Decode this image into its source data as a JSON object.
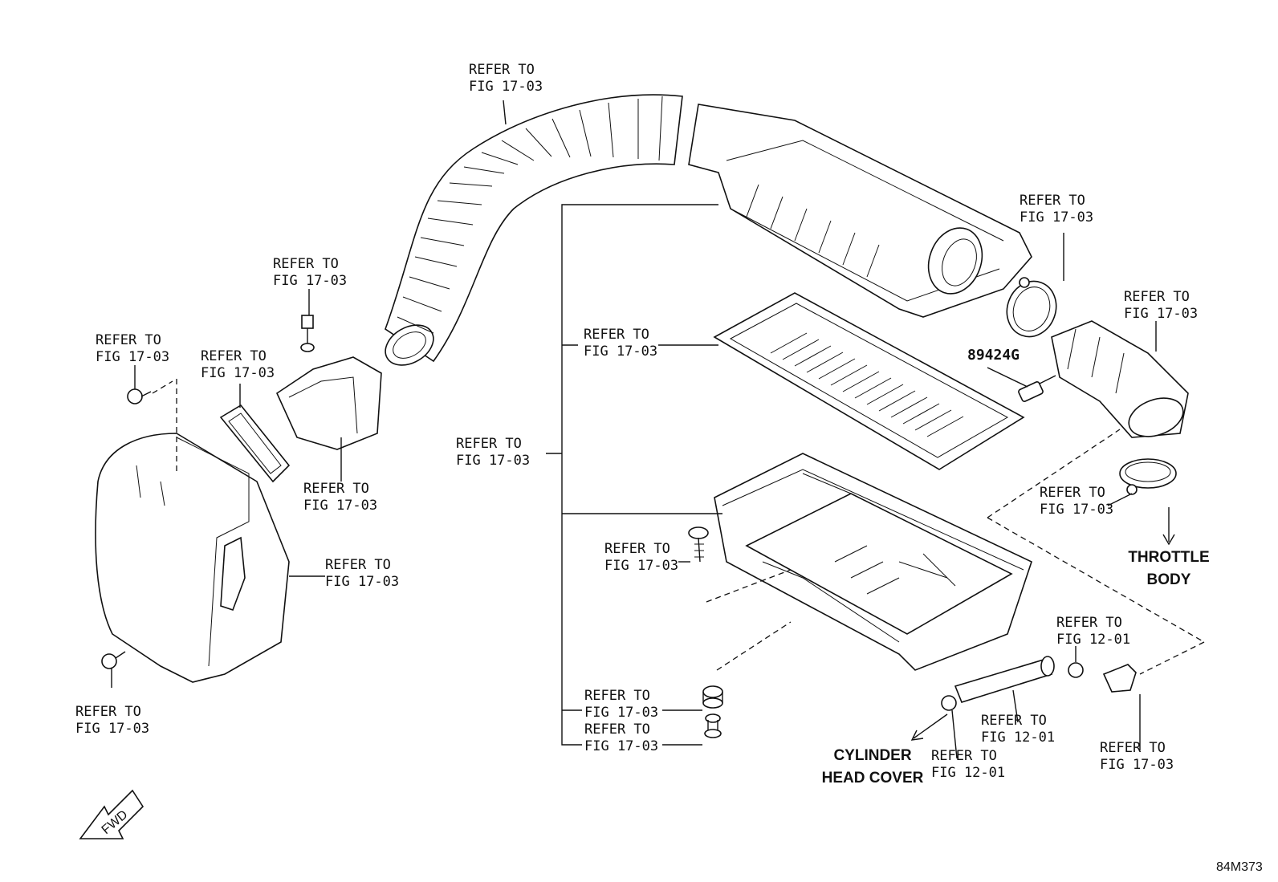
{
  "labels": {
    "duct_top": [
      "REFER TO",
      "FIG 17-03"
    ],
    "bolt_upper": [
      "REFER TO",
      "FIG 17-03"
    ],
    "clip_left": [
      "REFER TO",
      "FIG 17-03"
    ],
    "seal_ring": [
      "REFER TO",
      "FIG 17-03"
    ],
    "resonator": [
      "REFER TO",
      "FIG 17-03"
    ],
    "lower_housing": [
      "REFER TO",
      "FIG 17-03"
    ],
    "clip_bottom_left": [
      "REFER TO",
      "FIG 17-03"
    ],
    "assembly": [
      "REFER TO",
      "FIG 17-03"
    ],
    "element": [
      "REFER TO",
      "FIG 17-03"
    ],
    "bolt_case": [
      "REFER TO",
      "FIG 17-03"
    ],
    "grommet": [
      "REFER TO",
      "FIG 17-03"
    ],
    "collar": [
      "REFER TO",
      "FIG 17-03"
    ],
    "clamp_upper": [
      "REFER TO",
      "FIG 17-03"
    ],
    "hose_right": [
      "REFER TO",
      "FIG 17-03"
    ],
    "clamp_lower": [
      "REFER TO",
      "FIG 17-03"
    ],
    "clip_hose": [
      "REFER TO",
      "FIG 12-01"
    ],
    "breather_hose": [
      "REFER TO",
      "FIG 12-01"
    ],
    "clip_hose_left": [
      "REFER TO",
      "FIG 12-01"
    ],
    "elbow": [
      "REFER TO",
      "FIG 17-03"
    ]
  },
  "part_number": "89424G",
  "destinations": {
    "throttle": [
      "THROTTLE",
      "BODY"
    ],
    "cylinder": [
      "CYLINDER",
      "HEAD COVER"
    ]
  },
  "fwd_label": "FWD",
  "diagram_code": "84M373"
}
